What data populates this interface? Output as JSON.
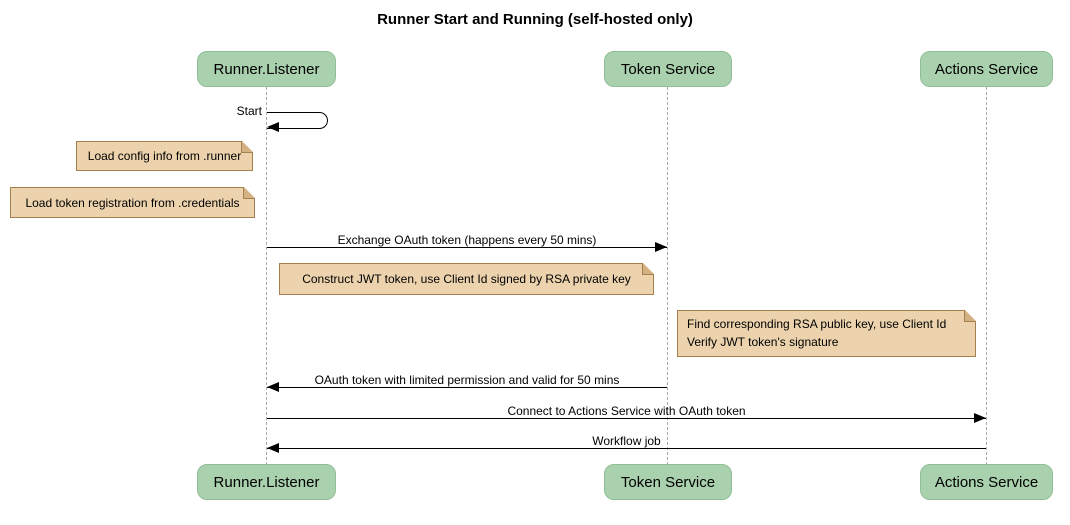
{
  "title": "Runner Start and Running (self-hosted only)",
  "participants": [
    {
      "name": "Runner.Listener"
    },
    {
      "name": "Token Service"
    },
    {
      "name": "Actions Service"
    }
  ],
  "messages": {
    "self_start": {
      "label": "Start",
      "from": "Runner.Listener",
      "to": "Runner.Listener",
      "kind": "self"
    },
    "exchange_token": {
      "label": "Exchange OAuth token (happens every 50 mins)",
      "from": "Runner.Listener",
      "to": "Token Service",
      "direction": "right"
    },
    "oauth_token_return": {
      "label": "OAuth token with limited permission and valid for 50 mins",
      "from": "Token Service",
      "to": "Runner.Listener",
      "direction": "left"
    },
    "connect_actions": {
      "label": "Connect to Actions Service with OAuth token",
      "from": "Runner.Listener",
      "to": "Actions Service",
      "direction": "right"
    },
    "workflow_job": {
      "label": "Workflow job",
      "from": "Actions Service",
      "to": "Runner.Listener",
      "direction": "left"
    }
  },
  "notes": {
    "load_config": {
      "text": "Load config info from .runner",
      "position": "left of Runner.Listener"
    },
    "load_credentials": {
      "text": "Load token registration from .credentials",
      "position": "left of Runner.Listener"
    },
    "construct_jwt": {
      "text": "Construct JWT token, use Client Id signed by RSA private key",
      "position": "between Runner.Listener and Token Service"
    },
    "verify_jwt": {
      "text": "Find corresponding RSA public key, use Client Id\nVerify JWT token's signature",
      "position": "between Token Service and Actions Service"
    }
  },
  "colors": {
    "background": "#ffffff",
    "text": "#000000",
    "line": "#000000",
    "lifeline": "#a8a8a8",
    "participant_fill": "#a9d1ad",
    "participant_border": "#8fbd96",
    "note_fill": "#ecd3ad",
    "note_border": "#a3804e",
    "note_fold": "#d4b183"
  }
}
